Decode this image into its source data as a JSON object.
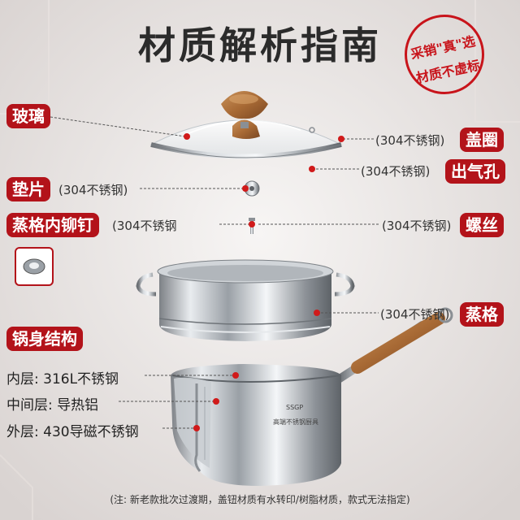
{
  "title": "材质解析指南",
  "stamp": {
    "line1": "采销\"真\"选",
    "line2": "材质不虚标"
  },
  "labels": {
    "glass": "玻璃",
    "gasket": "垫片",
    "gasket_note": "(304不锈钢)",
    "rivet": "蒸格内铆钉",
    "rivet_note": "(304不锈钢",
    "lid_ring_note": "(304不锈钢)",
    "lid_ring": "盖圈",
    "vent_note": "(304不锈钢)",
    "vent": "出气孔",
    "screw_note": "(304不锈钢)",
    "screw": "螺丝",
    "steamer_note": "(304不锈钢)",
    "steamer": "蒸格",
    "body_structure": "锅身结构",
    "inner_layer": "内层: 316L不锈钢",
    "middle_layer": "中间层: 导热铝",
    "outer_layer": "外层: 430导磁不锈钢"
  },
  "pot_logo": "SSGP",
  "pot_engraving": "高端不锈钢厨具",
  "footer": "(注: 新老款批次过渡期，盖钮材质有水转印/树脂材质，款式无法指定)",
  "colors": {
    "accent": "#b3131a",
    "marker": "#d01a1a",
    "background": "#ebe7e5"
  },
  "icons": [
    "glass-lid-icon",
    "lid-knob-icon",
    "gasket-icon",
    "screw-icon",
    "steamer-basket-icon",
    "milk-pot-icon",
    "rivet-thumbnail-icon"
  ]
}
